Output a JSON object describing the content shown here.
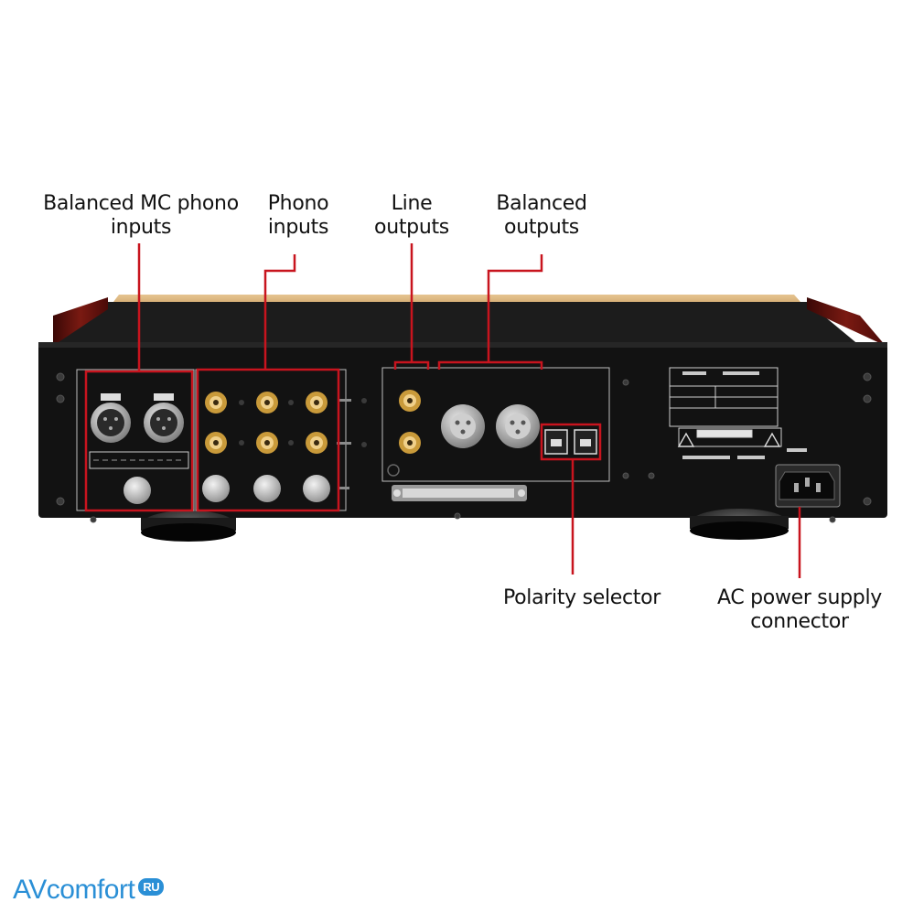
{
  "callouts": {
    "balanced_mc_phono": [
      "Balanced MC phono",
      "inputs"
    ],
    "phono_inputs": [
      "Phono",
      "inputs"
    ],
    "line_outputs": [
      "Line",
      "outputs"
    ],
    "balanced_outputs": [
      "Balanced",
      "outputs"
    ],
    "polarity_selector": [
      "Polarity selector"
    ],
    "ac_power": [
      "AC power supply",
      "connector"
    ]
  },
  "colors": {
    "callout_red": "#c8141e",
    "chassis": "#121212",
    "panel_outline": "#bdbdbd",
    "rca_gold": "#c99a3a",
    "side_wood": "#6e1410",
    "top_gold": "#d9b57a",
    "brand_blue": "#2a8fd6"
  },
  "watermark": {
    "brand": "AVcomfort",
    "badge": "RU"
  }
}
